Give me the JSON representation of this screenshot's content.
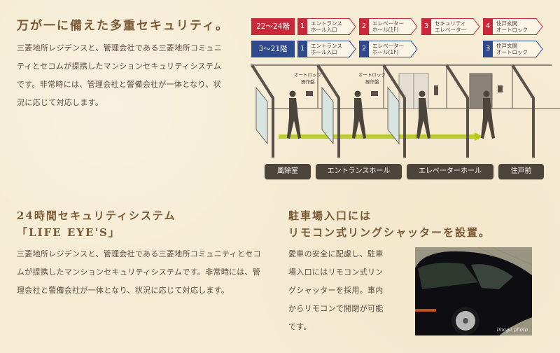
{
  "section1": {
    "title": "万が一に備えた多重セキュリティ。",
    "lines": [
      "三菱地所レジデンスと、管理会社である三菱地所コミュニ",
      "ティとセコムが提携したマンションセキュリティシステム",
      "です。非常時には、管理会社と警備会社が一体となり、状",
      "況に応じて対応します。"
    ]
  },
  "flow": {
    "colors": {
      "red": "#c8283a",
      "blue": "#2e4a8c",
      "zone": "#4d443c",
      "path": "#b5c81c"
    },
    "rows": [
      {
        "floors": "22〜24階",
        "color": "red",
        "steps": [
          {
            "num": "1",
            "label": "エントランス\nホール入口"
          },
          {
            "num": "2",
            "label": "エレベーター\nホール(1F)"
          },
          {
            "num": "3",
            "label": "セキュリティ\nエレベーター"
          },
          {
            "num": "4",
            "label": "住戸玄関\nオートロック"
          }
        ]
      },
      {
        "floors": "3〜21階",
        "color": "blue",
        "steps": [
          {
            "num": "1",
            "label": "エントランス\nホール入口"
          },
          {
            "num": "2",
            "label": "エレベーター\nホール(1F)"
          },
          {
            "num": "3",
            "label": "住戸玄関\nオートロック"
          }
        ]
      }
    ],
    "panel_labels": [
      "オートロック",
      "操作盤"
    ],
    "zones": [
      "風除室",
      "エントランスホール",
      "エレベーターホール",
      "住戸前"
    ]
  },
  "section2": {
    "title_lines": [
      "24時間セキュリティシステム",
      "「LIFE EYE'S」"
    ],
    "lines": [
      "三菱地所レジデンスと、管理会社である三菱地所コミュニティとセコ",
      "ムが提携したマンションセキュリティシステムです。非常時には、管",
      "理会社と警備会社が一体となり、状況に応じて対応します。"
    ]
  },
  "section3": {
    "title_lines": [
      "駐車場入口には",
      "リモコン式リングシャッターを設置。"
    ],
    "lines": [
      "愛車の安全に配慮し、駐車",
      "場入口にはリモコン式リン",
      "グシャッターを採用。車内",
      "からリモコンで開閉が可能",
      "です。"
    ],
    "photo_caption": "image photo"
  }
}
